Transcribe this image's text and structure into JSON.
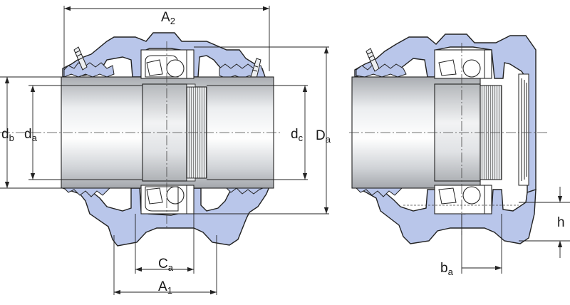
{
  "labels": {
    "A2": {
      "main": "A",
      "sub": "2"
    },
    "A1": {
      "main": "A",
      "sub": "1"
    },
    "Ca": {
      "main": "C",
      "sub": "a"
    },
    "db": {
      "main": "d",
      "sub": "b"
    },
    "da": {
      "main": "d",
      "sub": "a"
    },
    "dc": {
      "main": "d",
      "sub": "c"
    },
    "Da": {
      "main": "D",
      "sub": "a"
    },
    "ba": {
      "main": "b",
      "sub": "a"
    },
    "h": {
      "main": "h"
    }
  },
  "colors": {
    "housing": "#b9c6ea",
    "metal": "#e3e5e8",
    "outline": "#222222"
  }
}
